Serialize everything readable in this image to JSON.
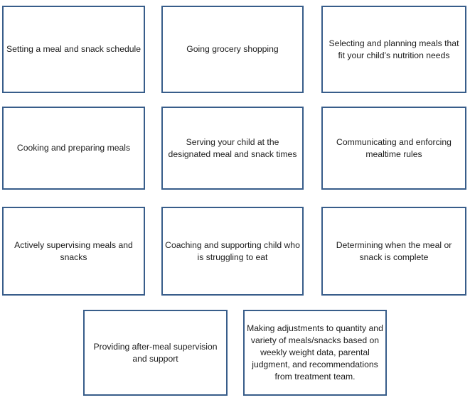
{
  "figure": {
    "style": {
      "border_color": "#385d8a",
      "text_color": "#1c1c1c",
      "background": "#ffffff"
    },
    "boxes": [
      {
        "text": "Setting a meal and snack schedule"
      },
      {
        "text": "Going grocery shopping"
      },
      {
        "text": "Selecting and planning meals that fit your child’s nutrition needs"
      },
      {
        "text": "Cooking and preparing meals"
      },
      {
        "text": "Serving your child at the designated meal and snack times"
      },
      {
        "text": "Communicating and enforcing mealtime rules"
      },
      {
        "text": "Actively supervising meals and snacks"
      },
      {
        "text": "Coaching and supporting child who is struggling to eat"
      },
      {
        "text": "Determining when the meal or snack is complete"
      },
      {
        "text": "Providing after-meal supervision and support"
      },
      {
        "text": "Making adjustments to quantity and variety of meals/snacks based on weekly weight data, parental judgment, and recommendations from treatment team."
      }
    ]
  }
}
